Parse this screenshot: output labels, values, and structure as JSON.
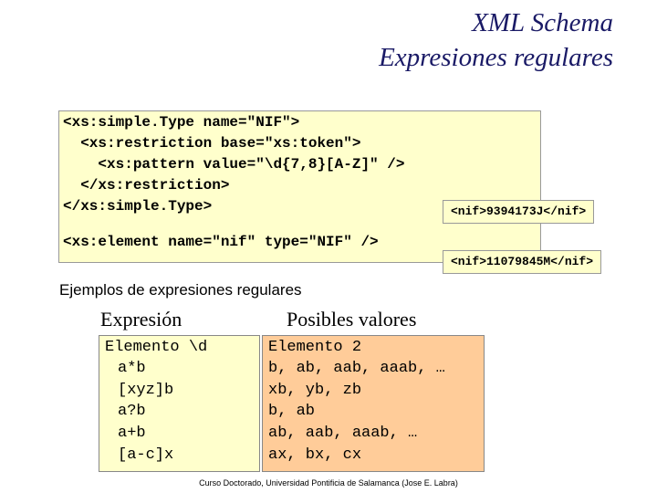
{
  "header": {
    "title_line1": "XML Schema",
    "title_line2": "Expresiones regulares"
  },
  "code_block": {
    "lines": [
      "<xs:simple.Type name=\"NIF\">",
      "  <xs:restriction base=\"xs:token\">",
      "    <xs:pattern value=\"\\d{7,8}[A-Z]\" />",
      "  </xs:restriction>",
      "</xs:simple.Type>",
      "<xs:element name=\"nif\" type=\"NIF\" />"
    ]
  },
  "examples": {
    "nif1": "<nif>9394173J</nif>",
    "nif2": "<nif>11079845M</nif>"
  },
  "section_title": "Ejemplos de expresiones regulares",
  "table": {
    "headers": {
      "expression": "Expresión",
      "values": "Posibles valores"
    },
    "rows": [
      {
        "expression": "Elemento \\d",
        "values": "Elemento 2"
      },
      {
        "expression": "a*b",
        "values": "b, ab, aab, aaab, …"
      },
      {
        "expression": "[xyz]b",
        "values": "xb, yb, zb"
      },
      {
        "expression": "a?b",
        "values": "b, ab"
      },
      {
        "expression": "a+b",
        "values": "ab, aab, aaab, …"
      },
      {
        "expression": "[a-c]x",
        "values": "ax, bx, cx"
      }
    ]
  },
  "footer": "Curso Doctorado, Universidad Pontificia de Salamanca (Jose E. Labra)"
}
